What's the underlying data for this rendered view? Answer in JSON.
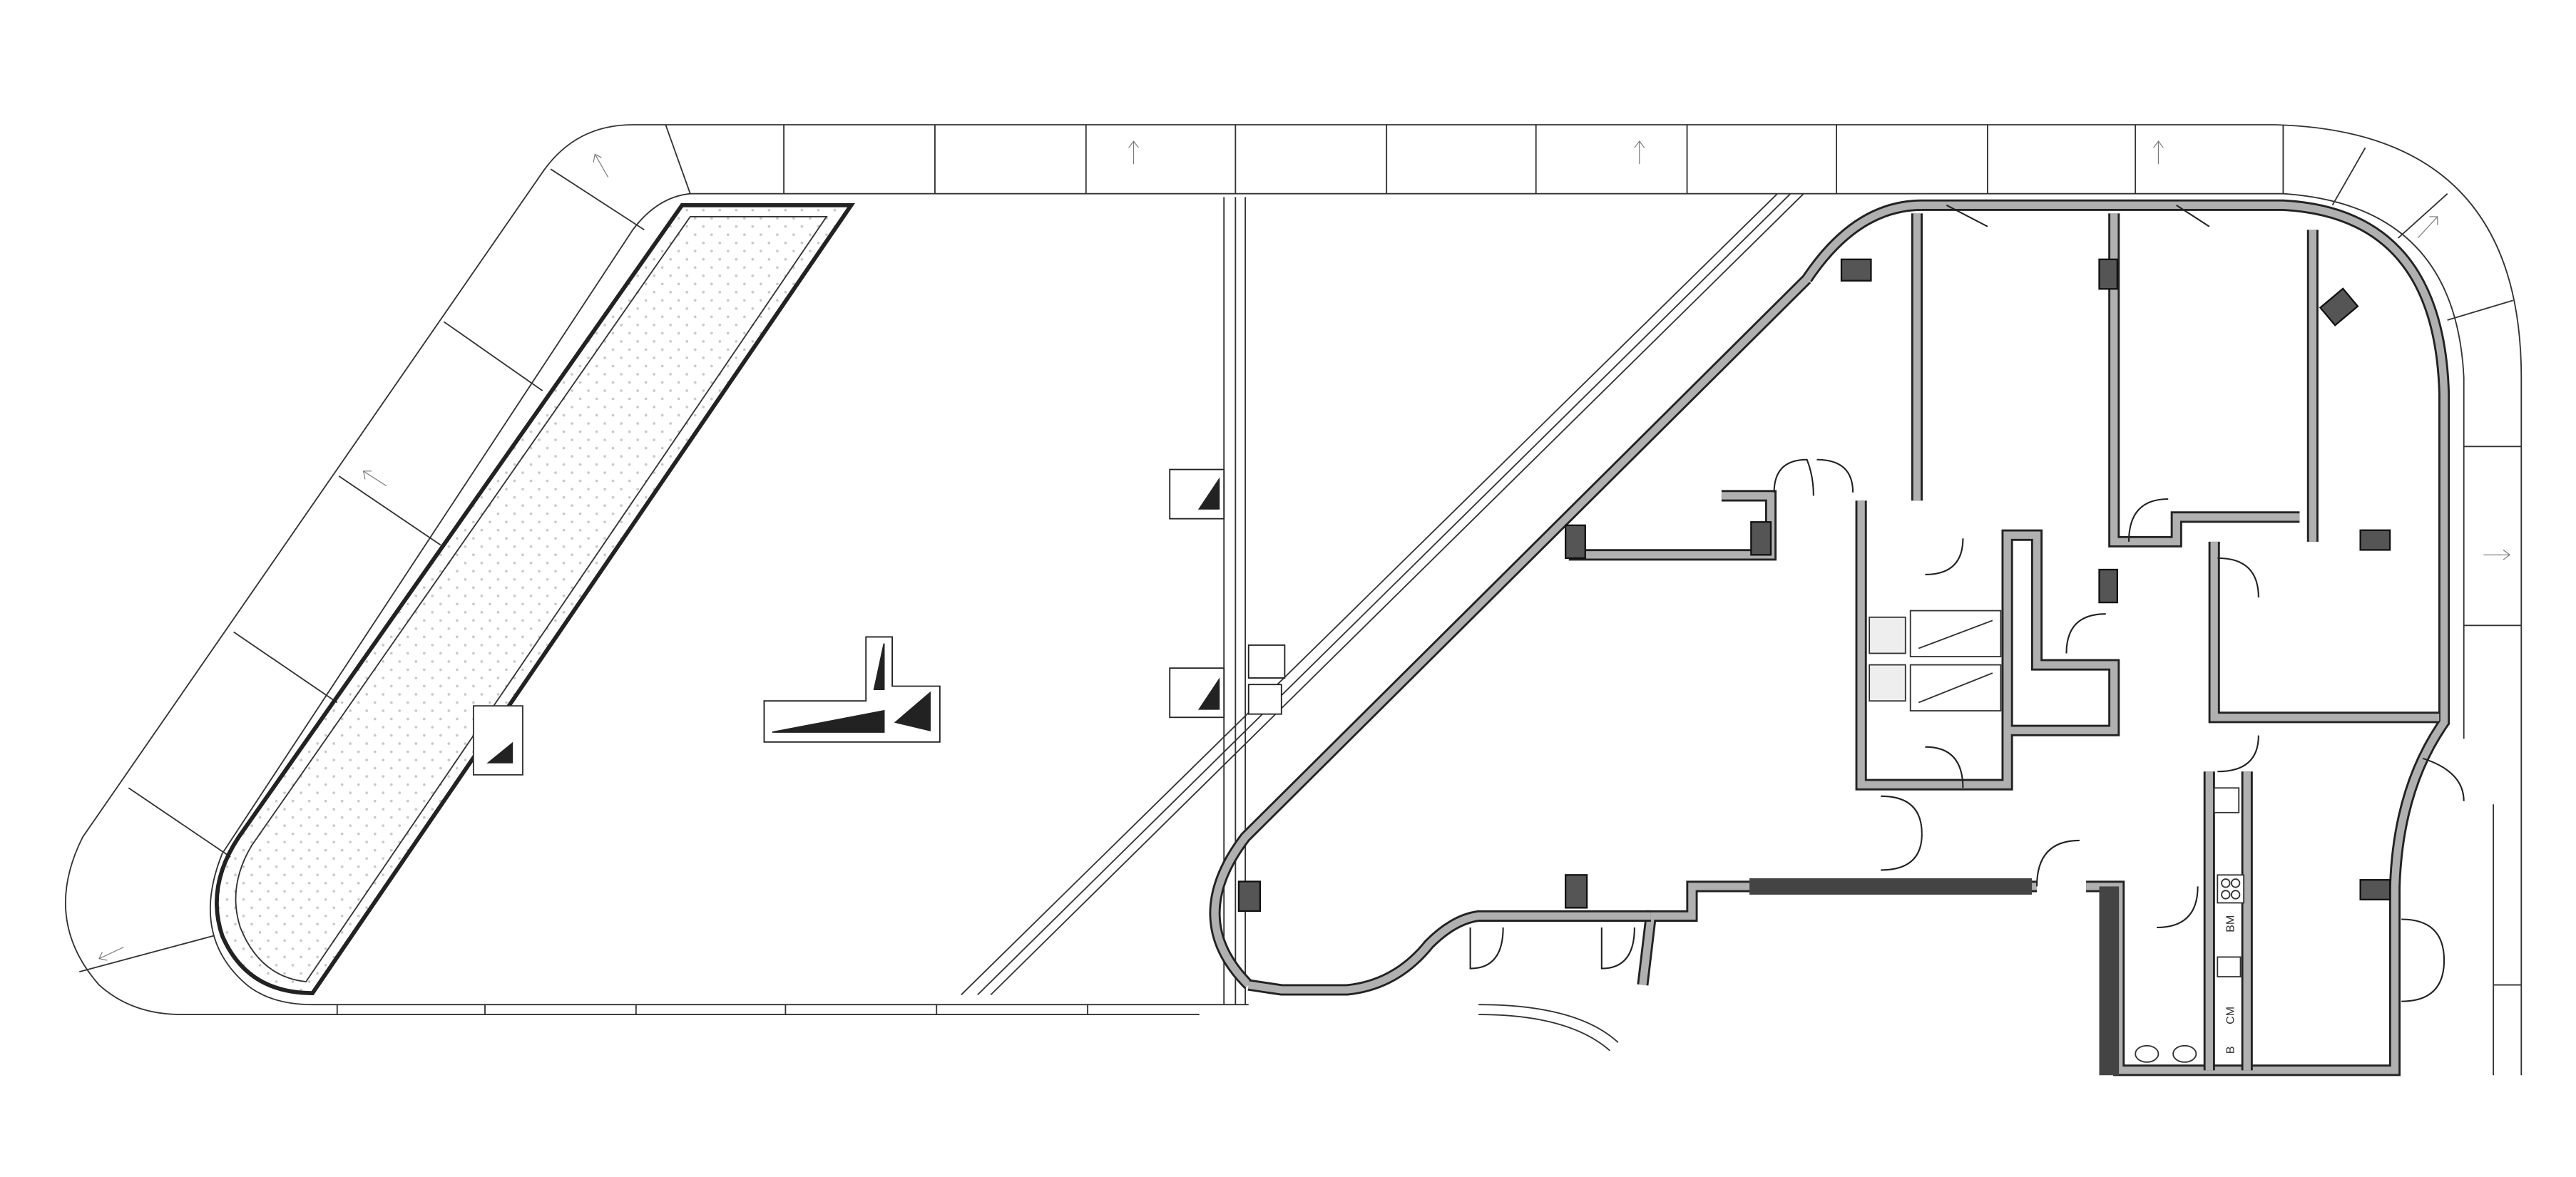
{
  "drawing": {
    "type": "architectural floor plan",
    "kitchen_labels": [
      "BM",
      "СМ",
      "B"
    ],
    "colors": {
      "wall_fill": "#b0b0b0",
      "wall_outline": "#222222",
      "column": "#555555",
      "planter_dots": "#c8c8c8"
    }
  }
}
